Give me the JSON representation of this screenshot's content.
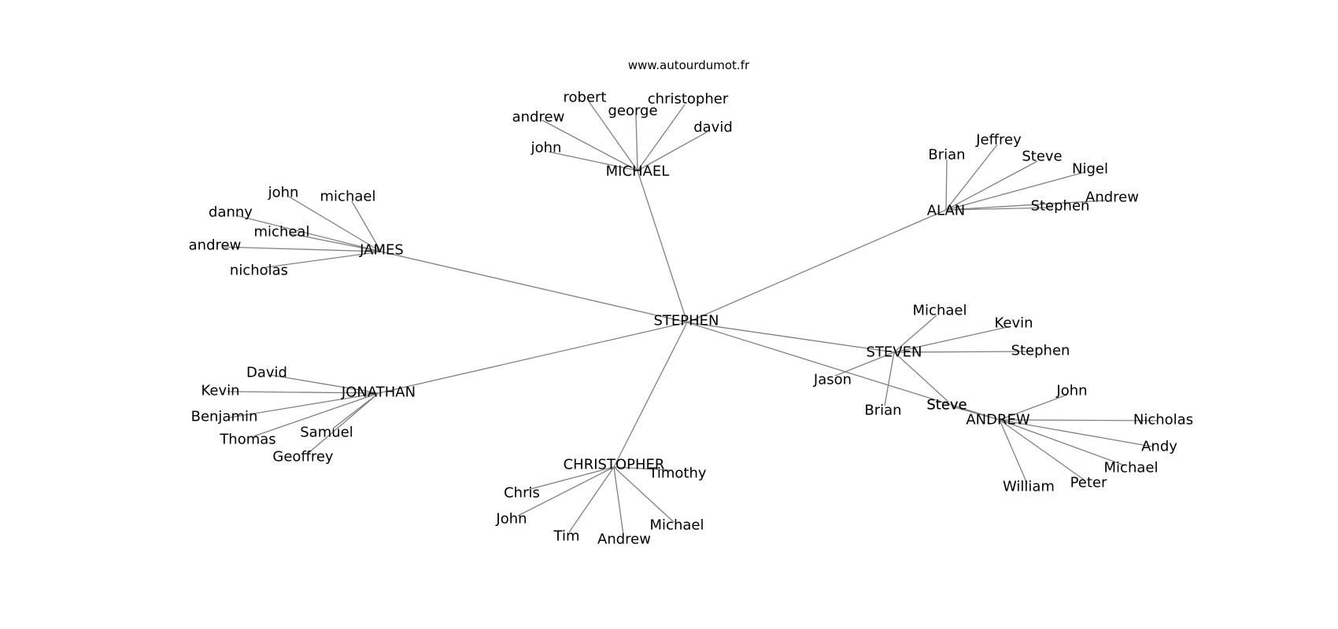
{
  "source": "www.autourdumot.fr",
  "center": "STEPHEN",
  "colors": {
    "edge": "#808080",
    "text": "#000000",
    "background": "#ffffff"
  },
  "groups": [
    {
      "name": "MICHAEL",
      "children": [
        "robert",
        "george",
        "christopher",
        "andrew",
        "david",
        "john"
      ]
    },
    {
      "name": "ALAN",
      "children": [
        "Jeffrey",
        "Brian",
        "Steve",
        "Nigel",
        "Andrew",
        "Stephen"
      ]
    },
    {
      "name": "JAMES",
      "children": [
        "john",
        "michael",
        "danny",
        "micheal",
        "andrew",
        "nicholas"
      ]
    },
    {
      "name": "JONATHAN",
      "children": [
        "David",
        "Kevin",
        "Benjamin",
        "Thomas",
        "Samuel",
        "Geoffrey"
      ]
    },
    {
      "name": "STEVEN",
      "children": [
        "Michael",
        "Kevin",
        "Stephen",
        "Jason",
        "Brian",
        "Steve"
      ]
    },
    {
      "name": "ANDREW",
      "children": [
        "John",
        "Steve",
        "Nicholas",
        "Andy",
        "Michael",
        "William",
        "Peter"
      ]
    },
    {
      "name": "CHRISTOPHER",
      "children": [
        "Timothy",
        "Chris",
        "John",
        "Tim",
        "Andrew",
        "Michael"
      ]
    }
  ]
}
